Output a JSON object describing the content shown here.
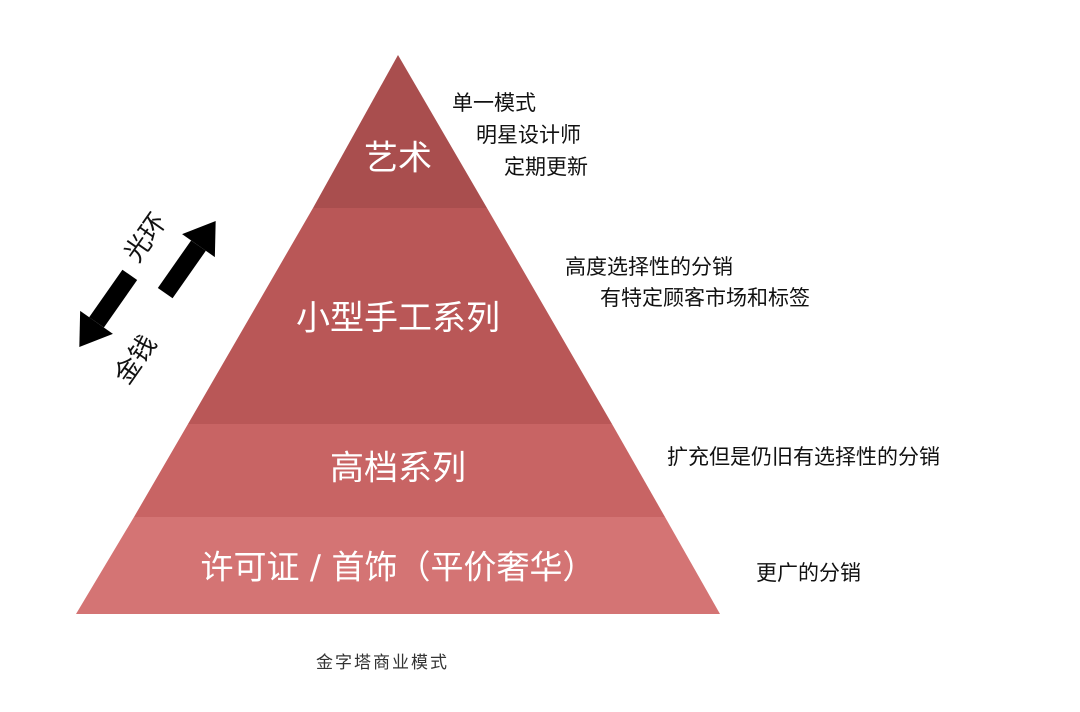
{
  "diagram": {
    "type": "pyramid",
    "tiers": [
      {
        "label": "艺术",
        "color": "#a94e4e",
        "notes": [
          "单一模式",
          "明星设计师",
          "定期更新"
        ]
      },
      {
        "label": "小型手工系列",
        "color": "#b95757",
        "notes": [
          "高度选择性的分销",
          "有特定顾客市场和标签"
        ]
      },
      {
        "label": "高档系列",
        "color": "#c86464",
        "notes": [
          "扩充但是仍旧有选择性的分销"
        ]
      },
      {
        "label": "许可证 / 首饰（平价奢华）",
        "color": "#d47474",
        "notes": [
          "更广的分销"
        ]
      }
    ],
    "side_arrows": {
      "up_label": "光环",
      "down_label": "金钱",
      "color": "#000000"
    },
    "caption": "金字塔商业模式"
  }
}
